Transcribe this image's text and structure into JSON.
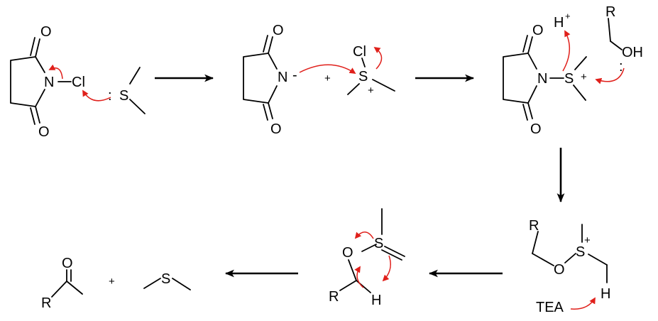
{
  "atoms": {
    "oxygen": "O",
    "nitrogen": "N",
    "chlorine": "Cl",
    "sulfur": "S",
    "hydrogen": "H",
    "r_group": "R",
    "hydroxyl": "OH"
  },
  "charges": {
    "plus": "+",
    "minus": "-",
    "lone_pair": ":"
  },
  "reagents": {
    "base": "TEA",
    "plus_sign": "+"
  },
  "colors": {
    "bond": "#000000",
    "curly_arrow": "#e0201b"
  }
}
